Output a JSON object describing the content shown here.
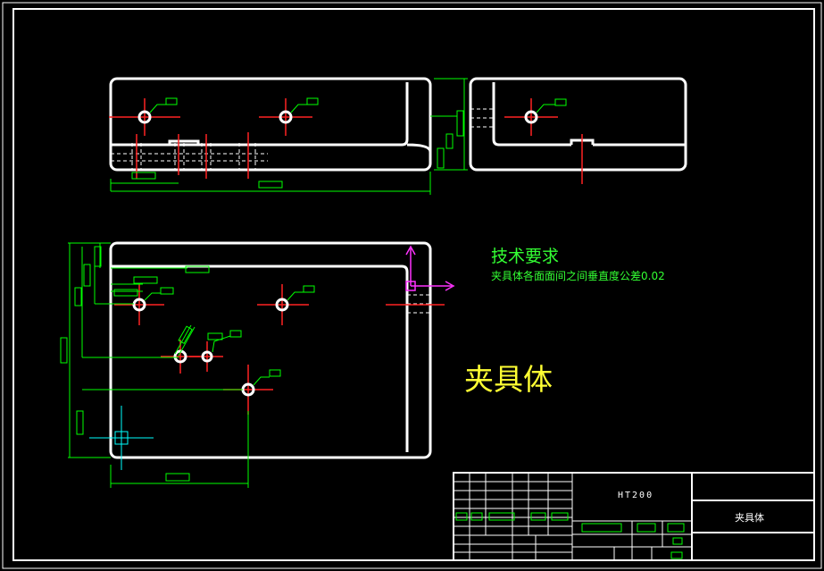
{
  "technical_requirements": {
    "title": "技术要求",
    "note": "夹具体各面面间之间垂直度公差0.02"
  },
  "part_name": "夹具体",
  "title_block": {
    "material": "HT200",
    "drawing_name": "夹具体"
  },
  "colors": {
    "background": "#000000",
    "outline": "#ffffff",
    "dimension": "#00ff00",
    "centerline": "#ff2222",
    "annotation": "#33ff33",
    "part_label": "#ffff33",
    "ucs": "#ff33ff",
    "cursor": "#00ffff"
  },
  "icons": [
    "ucs-axis-icon",
    "crosshair-cursor-icon"
  ]
}
